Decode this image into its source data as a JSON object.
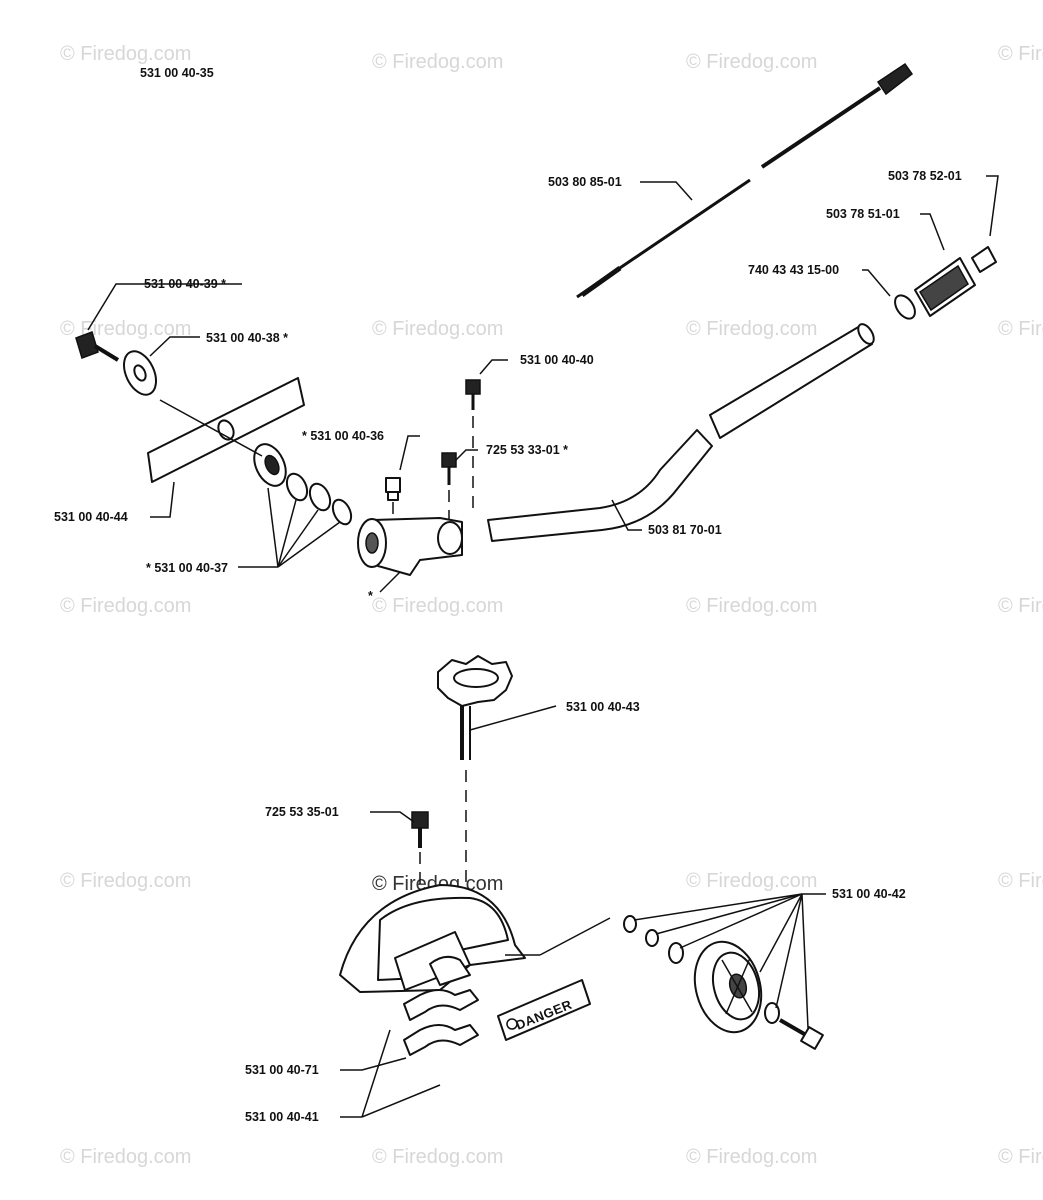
{
  "diagram_title": "531 00 40-35",
  "watermark": "© Firedog.com",
  "decal_text": "DANGER",
  "labels": {
    "p503_80_85_01": "503 80 85-01",
    "p503_78_52_01": "503 78 52-01",
    "p503_78_51_01": "503 78 51-01",
    "p740_43_43_15_00": "740 43 43 15-00",
    "p531_00_40_39": "531 00 40-39  *",
    "p531_00_40_38": "531 00 40-38  *",
    "p531_00_40_40": "531 00 40-40",
    "p531_00_40_36": "*  531 00 40-36",
    "p725_53_33_01": "725 53 33-01  *",
    "p531_00_40_44": "531 00 40-44",
    "p503_81_70_01": "503 81 70-01",
    "p531_00_40_37": "*  531 00 40-37",
    "p_asterisk": "*",
    "p531_00_40_43": "531 00 40-43",
    "p725_53_35_01": "725 53 35-01",
    "p531_00_40_42": "531 00 40-42",
    "p531_00_40_71": "531 00 40-71",
    "p531_00_40_41": "531 00 40-41"
  }
}
